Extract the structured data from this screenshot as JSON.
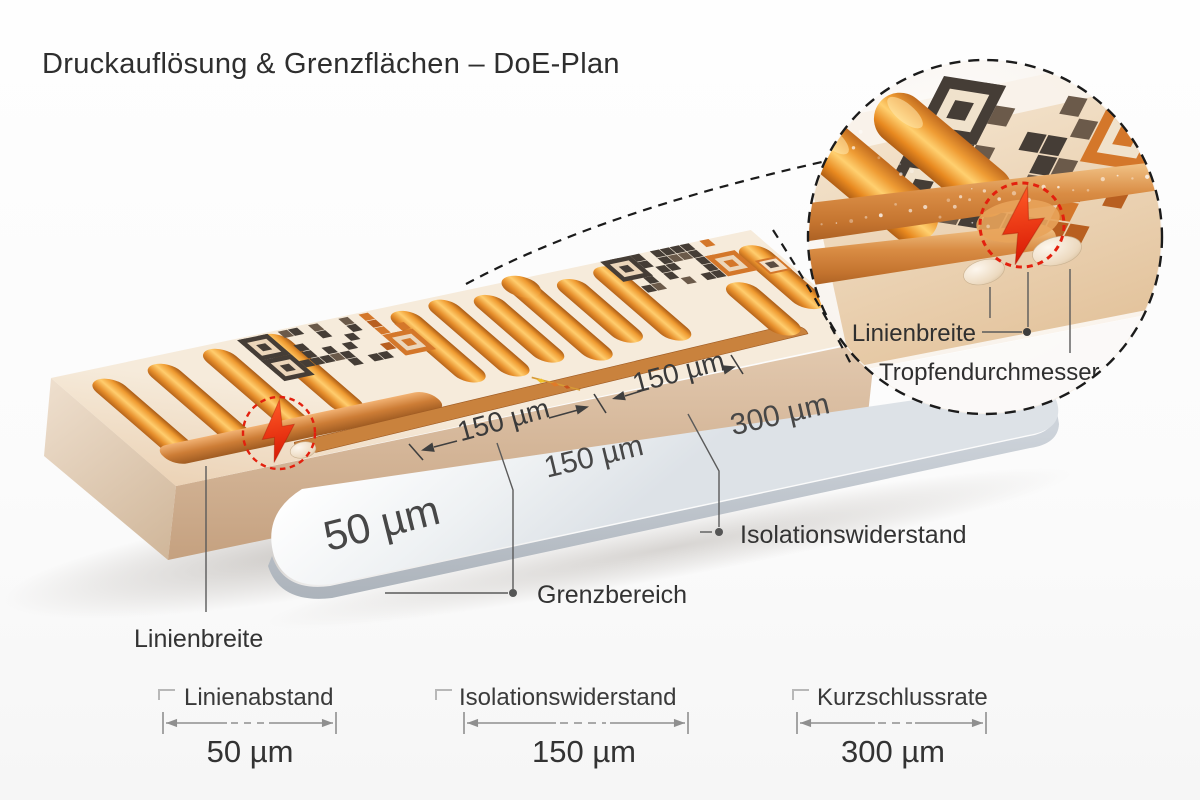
{
  "title": "Druckauflösung & Grenzflächen – DoE-Plan",
  "board": {
    "dim_labels": [
      "150 µm",
      "150 µm"
    ]
  },
  "strip": {
    "values": [
      "50 µm",
      "150 µm",
      "300 µm"
    ]
  },
  "callouts": {
    "linienbreite": "Linienbreite",
    "grenzbereich": "Grenzbereich",
    "isolationswiderstand": "Isolationswiderstand"
  },
  "magnifier": {
    "labels": {
      "linienbreite": "Linienbreite",
      "tropfendurchmesser": "Tropfendurchmesser"
    }
  },
  "legend": {
    "items": [
      {
        "label": "Linienabstand",
        "value": "50 µm"
      },
      {
        "label": "Isolationswiderstand",
        "value": "150 µm"
      },
      {
        "label": "Kurzschlussrate",
        "value": "300 µm"
      }
    ]
  },
  "colors": {
    "substrate": "#e9cfb2",
    "copper": "#e8913a",
    "defect_red": "#e3200e",
    "strip_white": "#f2f4f6",
    "text": "#383838"
  }
}
